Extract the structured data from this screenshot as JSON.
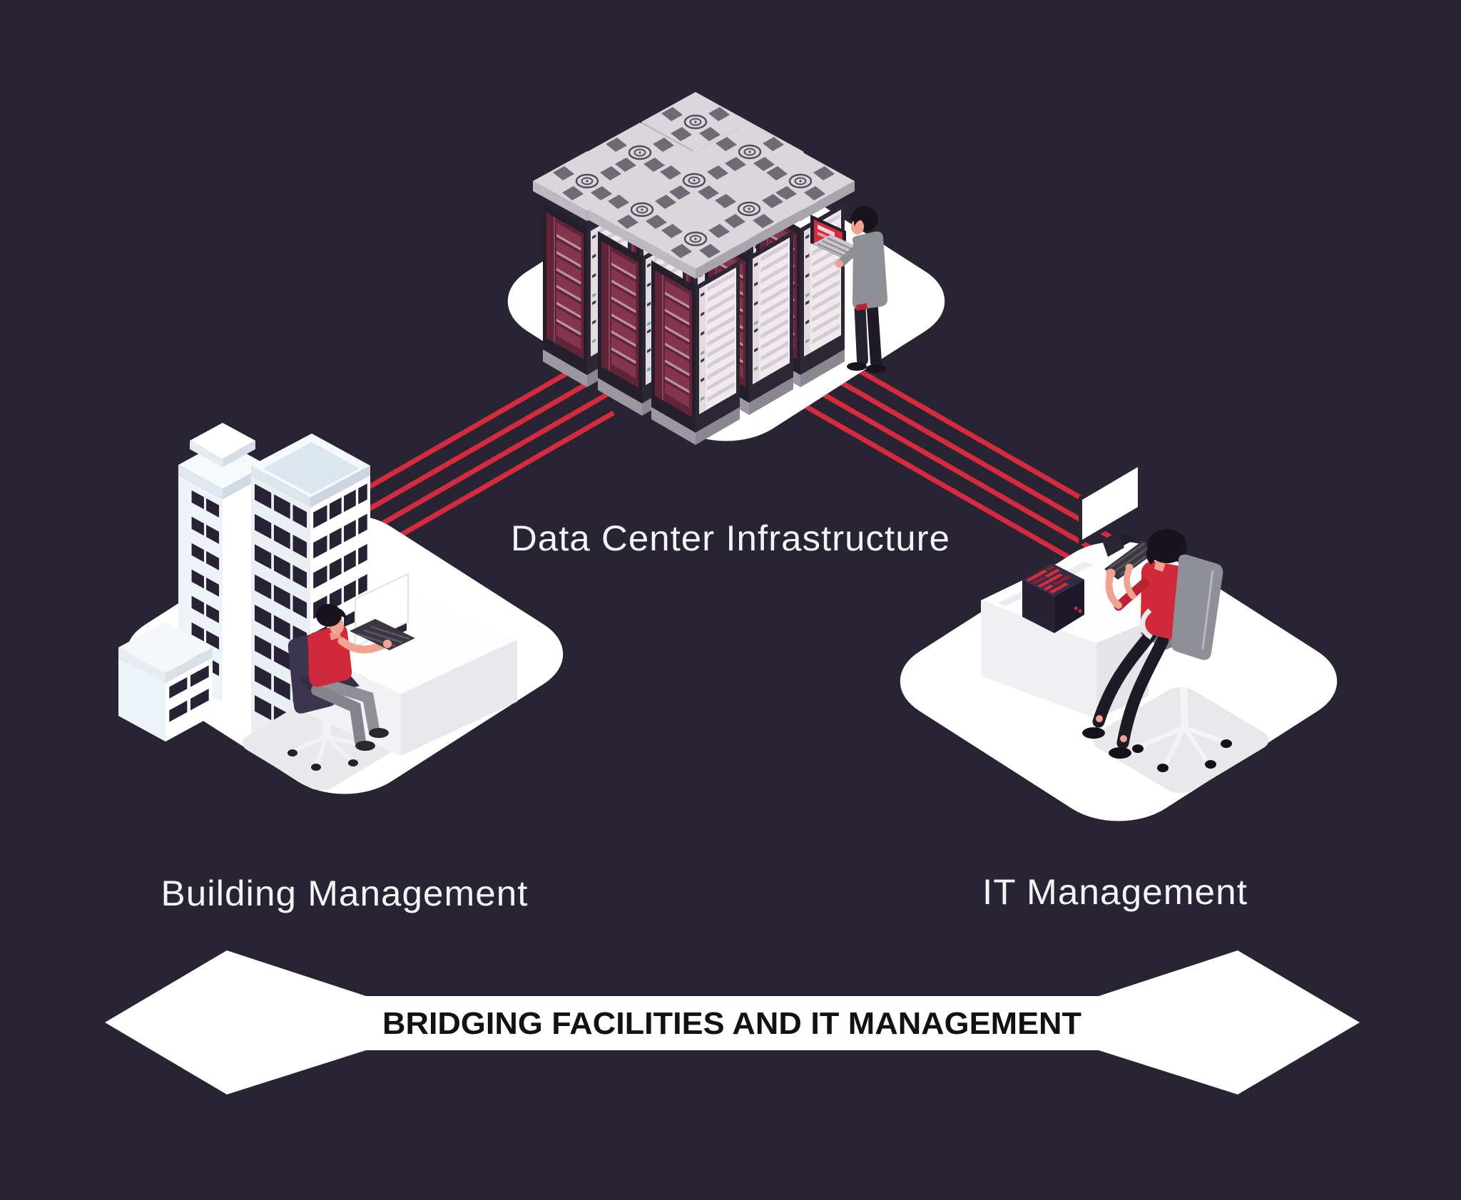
{
  "diagram": {
    "type": "isometric-infographic",
    "background_color": "#282434",
    "accent_color": "#d62b3c",
    "platform_color": "#ffffff",
    "nodes": [
      {
        "id": "data-center",
        "label": "Data Center Infrastructure",
        "icon": "server-rack-cluster-icon",
        "rack_count": 9,
        "people": [
          {
            "role": "technician",
            "pose": "standing-at-rack-with-laptop",
            "laptop_screen_color": "#d62b3c"
          }
        ]
      },
      {
        "id": "building-management",
        "label": "Building Management",
        "icon": "office-building-icon",
        "people": [
          {
            "role": "facilities-operator",
            "pose": "seated-at-desk-with-monitor-and-keyboard",
            "shirt_color": "#d0293b"
          }
        ]
      },
      {
        "id": "it-management",
        "label": "IT Management",
        "icon": "workstation-icon",
        "devices": [
          "monitor",
          "keyboard",
          "mini-server"
        ],
        "people": [
          {
            "role": "it-operator",
            "pose": "seated-at-desk-facing-monitor",
            "shirt_color": "#d0293b"
          }
        ]
      }
    ],
    "connections": [
      {
        "from": "building-management",
        "to": "data-center",
        "line_count": 4,
        "color": "#d62b3c"
      },
      {
        "from": "data-center",
        "to": "it-management",
        "line_count": 4,
        "color": "#d62b3c"
      }
    ],
    "banner": {
      "label": "BRIDGING FACILITIES AND IT MANAGEMENT",
      "shape": "double-headed-arrow",
      "fill": "#ffffff",
      "text_color": "#121212"
    }
  }
}
